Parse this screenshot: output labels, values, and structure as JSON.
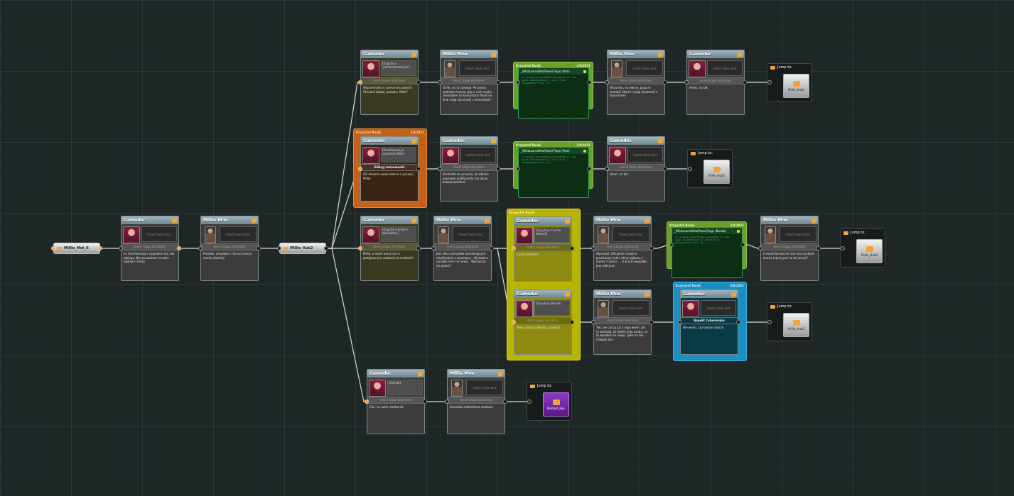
{
  "common": {
    "insert_menu_text": "Insert menu text",
    "insert_stage_directions": "Insert stage directions",
    "jump_to": "Jump to:"
  },
  "speakers": {
    "gamedec": "Gamedec",
    "millie": "Millie Moe"
  },
  "hubs": {
    "start": "Millie_Met_II",
    "main": "Millie_Hub2"
  },
  "comment_frames": [
    {
      "author": "Krzysztof Banik",
      "date": "2/8/2021",
      "color": "orange"
    },
    {
      "author": "Krzysztof Banik",
      "date": "",
      "color": "yellow"
    },
    {
      "author": "Krzysztof Banik",
      "date": "2/8/2021",
      "color": "blue"
    },
    {
      "author": "Krzysztof Banik",
      "date": "2/8/2021",
      "color": "green"
    },
    {
      "author": "Krzysztof Banik",
      "date": "2/8/2021",
      "color": "green"
    },
    {
      "author": "Krzysztof Banik",
      "date": "2/8/2021",
      "color": "green"
    }
  ],
  "nodes": {
    "n1": {
      "text": "Le interferencja z sygnałem czy coś takiego. Nie zauważam na razie żadnych zmian"
    },
    "n2": {
      "text": "Prosiłka, ahsuloka i chcesz jeszcze trochę dalekiej"
    },
    "n3": {
      "menu": "[Zapytaj o 'pomarańczowych']",
      "text": "Wspominałaś o 'pomarańczowych'. Chciałeś dodać, prawda, Millie?"
    },
    "n4": {
      "text": "Ochh, to nic takiego. Po prostu wróciłam trochę, gdy o nich myślę... Uniknąłem na koncertach fikarni w linie mają styczność z koncertami"
    },
    "n5": {
      "text": "Wszystko, no wiecie, grają w kontach fikarni i mają styczność z koncertami"
    },
    "n6": {
      "text": "Hmm, no tak"
    },
    "n7": {
      "menu": "[Porozmawiaj o systemie Millie]",
      "stage": "Odkryj sensowność",
      "text": "GD zmienia swoje zdanie o sytuacji Millie"
    },
    "n8": {
      "text": "Dochodzi do wniosku, że zdalnie poprawia podłączenie ma akcje bezpieczeństwa"
    },
    "n9": {
      "text": "Hmm, no tak"
    },
    "n10": {
      "menu": "[Zapytaj o gnoje o obowiązku]",
      "text": "Millie, a może wiesz coś o podejrzanym ustalaniu w mediach?"
    },
    "n11": {
      "text": "Jest kilka pomysłów wyciekających nieoficjalnie z wewnątrz... Niedawno zaczęła mieć na nowo... Wystarczy się zgłosić"
    },
    "n12": {
      "menu": "[Zapytaj o Cosmo Helmet]",
      "text": "Cosmo Helmet?"
    },
    "n13": {
      "text": "Słyszałaś. Oficjalnie chodzi o prestiżowy hełm, który zgłasza z nazwy 'Cosmo' ... A w tym wypadku jest odkrycie."
    },
    "n14": {
      "text": "A może Banda jest tam na przykład trochę lepiej grać na tej wersji?"
    },
    "n15": {
      "menu": "[Zapytaj o Benda]",
      "text": "Więc chodzi o Benda, prawda?"
    },
    "n16": {
      "text": "Tak, ale coś ją już z tego wiem, jak ty wiedział, że jesteś miłą osobą, no to wpadłeś na niego. Tylko że ten chłopak był..."
    },
    "n17": {
      "stage": "Aspekt Cyberwojna",
      "text": "Nie wiem, czy będzie dobrze"
    },
    "n18": {
      "menu": "[Odejdź]",
      "text": "Cóż, na razie, trzeba iść"
    },
    "n19": {
      "text": "Kontrolka niekochana zostanie"
    }
  },
  "flows": [
    {
      "title": "_WhitasamsBetaPowerFlags (Polo)",
      "body": "if (dialog.playerStates.sourceStat == 1 && quest.checkVariable()) return true; ChangeState(\"true\", 1);"
    },
    {
      "title": "_WhitasamsBetaPowerFlags (Polo)",
      "body": "if (dialog.playerStates.sourceStat == 1 && quest.checkVariable()) return true; ChangeState(\"true\", 1);"
    },
    {
      "title": "_WhitasamsBetaPowerFlags (Banda)",
      "body": "if (dialog.playerStates.sourceStat == 1 && quest.checkVariable()) return true; ChangeState(\"true\", 1);"
    }
  ],
  "jumps": [
    {
      "target": "Millie_Hub2"
    },
    {
      "target": "Millie_Hub2"
    },
    {
      "target": "Millie_Hub2"
    },
    {
      "target": "Millie_Hub2"
    },
    {
      "target": "Kontakt_Bye"
    }
  ]
}
